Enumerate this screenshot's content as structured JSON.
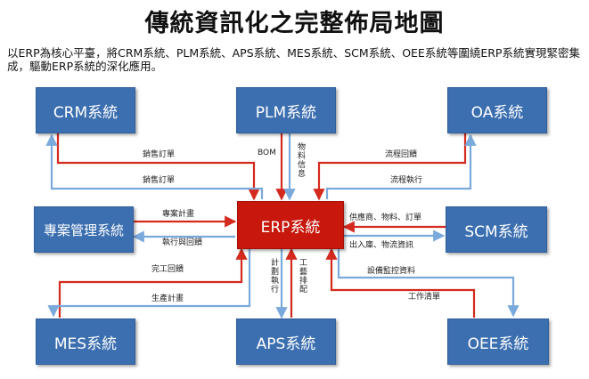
{
  "title": "傳統資訊化之完整佈局地圖",
  "description": "以ERP為核心平臺，將CRM系統、PLM系統、APS系統、MES系統、SCM系統、OEE系統等圍繞ERP系統實現緊密集成，驅動ERP系統的深化應用。",
  "nodes": {
    "erp": "ERP系統",
    "crm": "CRM系統",
    "plm": "PLM系統",
    "oa": "OA系統",
    "project": "專案管理系統",
    "scm": "SCM系統",
    "mes": "MES系統",
    "aps": "APS系統",
    "oee": "OEE系統"
  },
  "edges": {
    "sales_order_in": "銷售訂單",
    "sales_order_out": "銷售訂單",
    "bom": "BOM",
    "material_info": "物料信息",
    "flow_feedback": "流程回饋",
    "flow_execute": "流程執行",
    "project_plan": "專案計畫",
    "execute_feedback": "執行與回饋",
    "supplier_info": "供應商、物料、訂單",
    "inout_logistics": "出入庫、物流資訊",
    "work_report": "完工回饋",
    "production_plan": "生產計畫",
    "plan_execute": "計劃執行",
    "process_schedule": "工藝排配",
    "equipment_data": "設備監控資料",
    "work_order": "工作清單"
  },
  "colors": {
    "node_blue": "#3c6fb0",
    "erp_red": "#c8180d",
    "arrow_red": "#d42a1e",
    "arrow_blue": "#7aa9dc"
  }
}
